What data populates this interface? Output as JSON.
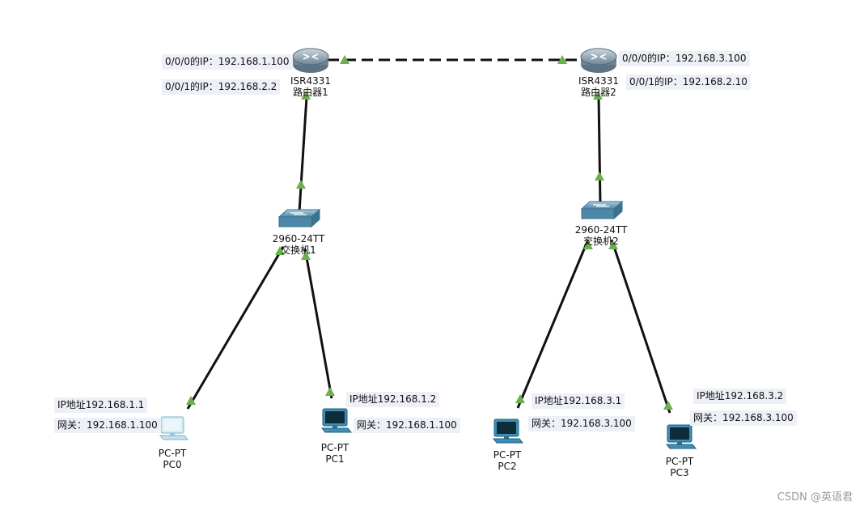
{
  "colors": {
    "link": "#111111",
    "port_up": "#6ab04c",
    "router": "#7d93a3",
    "switch": "#5f9ab8",
    "pc": "#3f8fb5",
    "note_bg": "#eef0f8"
  },
  "devices": {
    "router1": {
      "model": "ISR4331",
      "name": "路由器1",
      "icon": "router-icon"
    },
    "router2": {
      "model": "ISR4331",
      "name": "路由器2",
      "icon": "router-icon"
    },
    "switch1": {
      "model": "2960-24TT",
      "name": "交换机1",
      "icon": "switch-icon"
    },
    "switch2": {
      "model": "2960-24TT",
      "name": "交换机2",
      "icon": "switch-icon"
    },
    "pc0": {
      "model": "PC-PT",
      "name": "PC0",
      "icon": "pc-icon"
    },
    "pc1": {
      "model": "PC-PT",
      "name": "PC1",
      "icon": "pc-icon"
    },
    "pc2": {
      "model": "PC-PT",
      "name": "PC2",
      "icon": "pc-icon"
    },
    "pc3": {
      "model": "PC-PT",
      "name": "PC3",
      "icon": "pc-icon"
    }
  },
  "notes": {
    "r1_if0": "0/0/0的IP：192.168.1.100",
    "r1_if1": "0/0/1的IP：192.168.2.2",
    "r2_if0": "0/0/0的IP：192.168.3.100",
    "r2_if1": "0/0/1的IP：192.168.2.10",
    "pc0_ip": "IP地址192.168.1.1",
    "pc0_gw": "网关：192.168.1.100",
    "pc1_ip": "IP地址192.168.1.2",
    "pc1_gw": "网关：192.168.1.100",
    "pc2_ip": "IP地址192.168.3.1",
    "pc2_gw": "网关：192.168.3.100",
    "pc3_ip": "IP地址192.168.3.2",
    "pc3_gw": "网关：192.168.3.100"
  },
  "links": [
    {
      "from": "router1",
      "to": "router2",
      "style": "dashed"
    },
    {
      "from": "router1",
      "to": "switch1",
      "style": "solid"
    },
    {
      "from": "router2",
      "to": "switch2",
      "style": "solid"
    },
    {
      "from": "switch1",
      "to": "pc0",
      "style": "solid"
    },
    {
      "from": "switch1",
      "to": "pc1",
      "style": "solid"
    },
    {
      "from": "switch2",
      "to": "pc2",
      "style": "solid"
    },
    {
      "from": "switch2",
      "to": "pc3",
      "style": "solid"
    }
  ],
  "watermark": "CSDN @英语君"
}
